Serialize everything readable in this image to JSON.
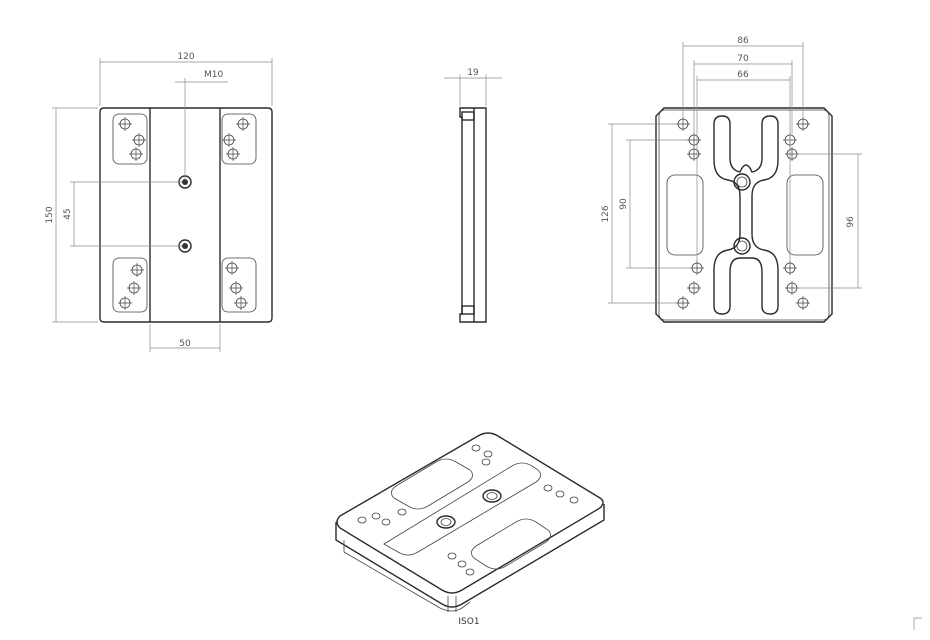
{
  "front_view": {
    "dim_width": "120",
    "dim_thread": "M10",
    "dim_height": "150",
    "dim_hole_spacing": "45",
    "dim_center_width": "50"
  },
  "side_view": {
    "dim_thickness": "19"
  },
  "back_view": {
    "dim_outer_spacing": "86",
    "dim_mid_spacing": "70",
    "dim_inner_spacing": "66",
    "dim_height_126": "126",
    "dim_height_90": "90",
    "dim_height_96": "96"
  },
  "iso_view": {
    "label": "ISO1"
  }
}
